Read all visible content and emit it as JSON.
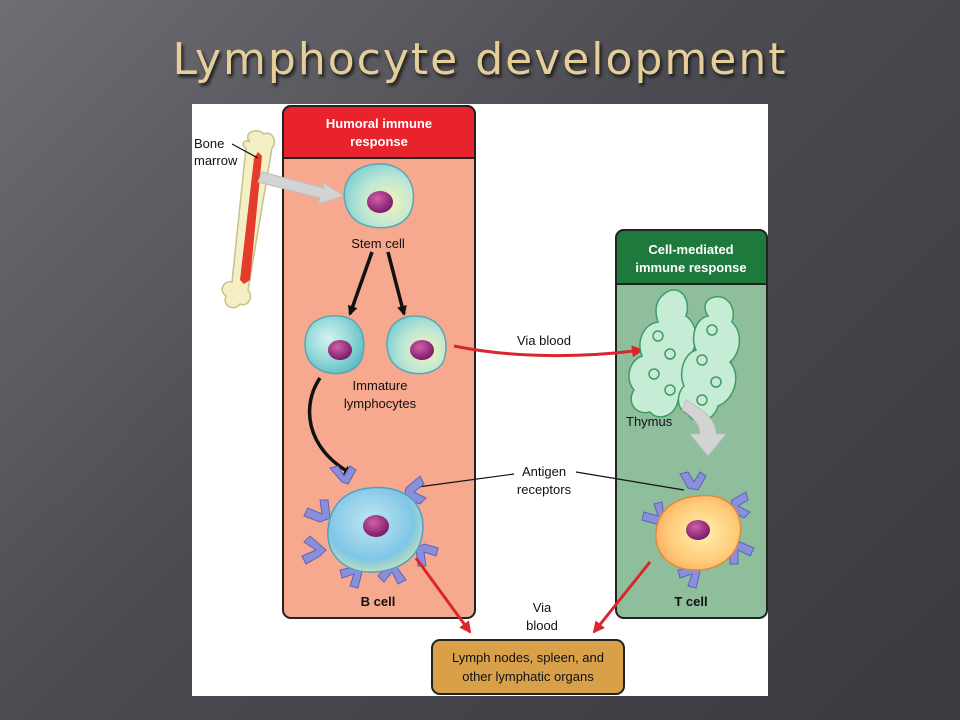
{
  "slide": {
    "title": "Lymphocyte development"
  },
  "diagram": {
    "humoral_header_line1": "Humoral immune",
    "humoral_header_line2": "response",
    "cell_mediated_header_line1": "Cell-mediated",
    "cell_mediated_header_line2": "immune response",
    "bone_label_line1": "Bone",
    "bone_label_line2": "marrow",
    "stem_cell_label": "Stem cell",
    "immature_label_line1": "Immature",
    "immature_label_line2": "lymphocytes",
    "via_blood_top": "Via blood",
    "thymus_label": "Thymus",
    "antigen_label_line1": "Antigen",
    "antigen_label_line2": "receptors",
    "b_cell_label": "B cell",
    "t_cell_label": "T cell",
    "via_blood_bottom_line1": "Via",
    "via_blood_bottom_line2": "blood",
    "lymph_box_line1": "Lymph nodes, spleen, and",
    "lymph_box_line2": "other lymphatic organs"
  },
  "colors": {
    "humoral_header": "#e8232b",
    "humoral_body": "#f6a98e",
    "cell_mediated_header": "#1e7a3c",
    "cell_mediated_body": "#8fbe9c",
    "arrow_red": "#d9262c",
    "lymph_box": "#d9a04a",
    "title": "#e4cf9a"
  }
}
